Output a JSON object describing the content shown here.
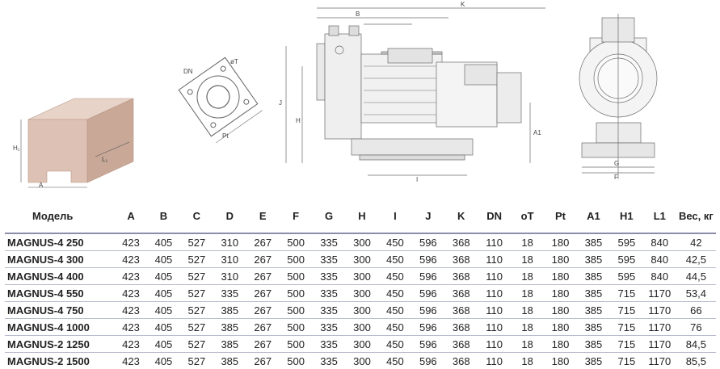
{
  "diagram_labels": {
    "block": {
      "h1": "H₁",
      "l1": "L₁",
      "a": "A"
    },
    "flange": {
      "dn": "DN",
      "ot": "øT",
      "pt": "Pt"
    },
    "side": {
      "k": "K",
      "b": "B",
      "j": "J",
      "h": "H",
      "a1": "A1",
      "i": "I"
    },
    "front": {
      "g": "G",
      "f": "F"
    }
  },
  "table": {
    "columns": [
      "Модель",
      "A",
      "B",
      "C",
      "D",
      "E",
      "F",
      "G",
      "H",
      "I",
      "J",
      "K",
      "DN",
      "oT",
      "Pt",
      "A1",
      "H1",
      "L1",
      "Вес, кг"
    ],
    "rows": [
      [
        "MAGNUS-4 250",
        "423",
        "405",
        "527",
        "310",
        "267",
        "500",
        "335",
        "300",
        "450",
        "596",
        "368",
        "110",
        "18",
        "180",
        "385",
        "595",
        "840",
        "42"
      ],
      [
        "MAGNUS-4 300",
        "423",
        "405",
        "527",
        "310",
        "267",
        "500",
        "335",
        "300",
        "450",
        "596",
        "368",
        "110",
        "18",
        "180",
        "385",
        "595",
        "840",
        "42,5"
      ],
      [
        "MAGNUS-4 400",
        "423",
        "405",
        "527",
        "310",
        "267",
        "500",
        "335",
        "300",
        "450",
        "596",
        "368",
        "110",
        "18",
        "180",
        "385",
        "595",
        "840",
        "44,5"
      ],
      [
        "MAGNUS-4 550",
        "423",
        "405",
        "527",
        "335",
        "267",
        "500",
        "335",
        "300",
        "450",
        "596",
        "368",
        "110",
        "18",
        "180",
        "385",
        "715",
        "1170",
        "53,4"
      ],
      [
        "MAGNUS-4 750",
        "423",
        "405",
        "527",
        "385",
        "267",
        "500",
        "335",
        "300",
        "450",
        "596",
        "368",
        "110",
        "18",
        "180",
        "385",
        "715",
        "1170",
        "66"
      ],
      [
        "MAGNUS-4 1000",
        "423",
        "405",
        "527",
        "385",
        "267",
        "500",
        "335",
        "300",
        "450",
        "596",
        "368",
        "110",
        "18",
        "180",
        "385",
        "715",
        "1170",
        "76"
      ],
      [
        "MAGNUS-2 1250",
        "423",
        "405",
        "527",
        "385",
        "267",
        "500",
        "335",
        "300",
        "450",
        "596",
        "368",
        "110",
        "18",
        "180",
        "385",
        "715",
        "1170",
        "84,5"
      ],
      [
        "MAGNUS-2 1500",
        "423",
        "405",
        "527",
        "385",
        "267",
        "500",
        "335",
        "300",
        "450",
        "596",
        "368",
        "110",
        "18",
        "180",
        "385",
        "715",
        "1170",
        "85,5"
      ]
    ]
  },
  "colors": {
    "block_fill": "#dcc1b4",
    "block_dark": "#c9a898",
    "drawing_line": "#6b6b6b",
    "rule": "#8a8ea8"
  }
}
